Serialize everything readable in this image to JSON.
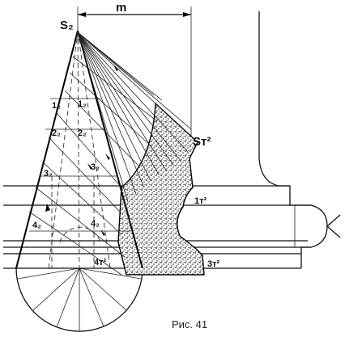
{
  "labels": {
    "m": "m",
    "s2": "S₂",
    "st2": "Sт²",
    "p1t2": "1т²",
    "p3t2": "3т²",
    "p4t2": "4т²",
    "p1_2": "1₂",
    "p1_2b": "1₂",
    "p2_2": "2₂",
    "p2_2b": "2₂",
    "p3_2": "3₂",
    "p3_2b": "3₂",
    "p4_2": "4₂",
    "p4_2b": "4₂"
  },
  "caption": "Рис. 41",
  "colors": {
    "ink": "#000000",
    "stipple": "#3a3a3a",
    "paper": "#ffffff"
  }
}
